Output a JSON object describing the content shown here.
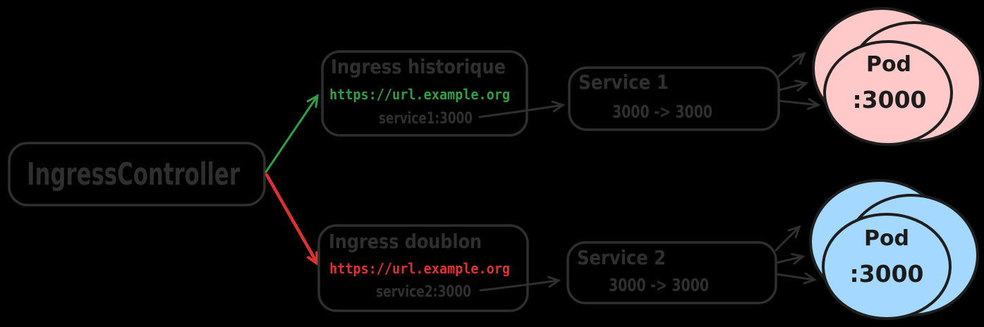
{
  "diagram": {
    "background": "#000000",
    "stroke_color": "#2f2f2f",
    "controller": {
      "label": "IngressController"
    },
    "branch_ok": {
      "arrow_color": "#2f9e44",
      "ingress": {
        "title": "Ingress historique",
        "url": "https://url.example.org",
        "url_color": "#2f9e44",
        "backend": "service1:3000"
      },
      "service": {
        "title": "Service 1",
        "port_mapping": "3000 -> 3000"
      },
      "pods": {
        "label": "Pod",
        "port": ":3000",
        "fill": "#ffc9c9"
      }
    },
    "branch_conflict": {
      "arrow_color": "#e03131",
      "ingress": {
        "title": "Ingress doublon",
        "url": "https://url.example.org",
        "url_color": "#e03131",
        "backend": "service2:3000"
      },
      "service": {
        "title": "Service 2",
        "port_mapping": "3000 -> 3000"
      },
      "pods": {
        "label": "Pod",
        "port": ":3000",
        "fill": "#a5d8ff"
      }
    }
  }
}
